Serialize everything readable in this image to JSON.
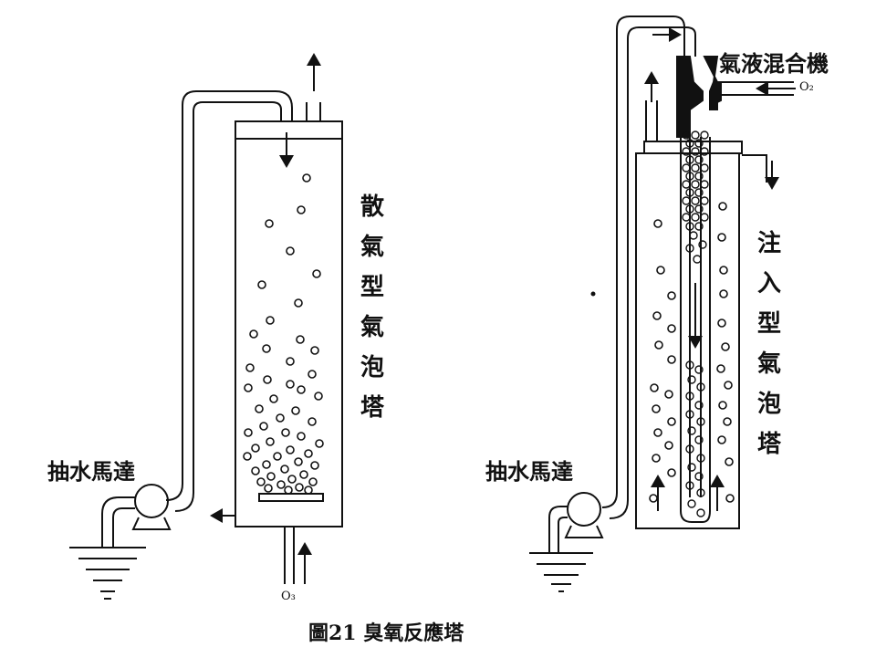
{
  "figure": {
    "caption": "圖21  臭氧反應塔"
  },
  "left_tower": {
    "name_chars": [
      "散",
      "氣",
      "型",
      "氣",
      "泡",
      "塔"
    ],
    "pump_label": "抽水馬達",
    "gas_inlet_label": "O₃"
  },
  "right_tower": {
    "name_chars": [
      "注",
      "入",
      "型",
      "氣",
      "泡",
      "塔"
    ],
    "pump_label": "抽水馬達",
    "mixer_label": "氣液混合機",
    "gas_inlet_label": "O₂"
  }
}
